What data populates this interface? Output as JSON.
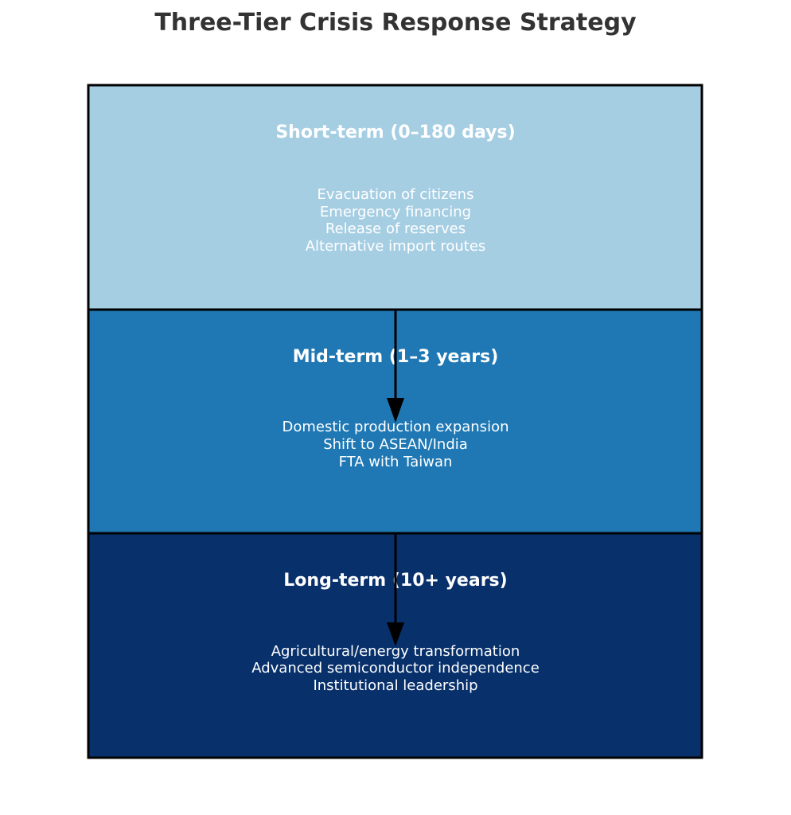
{
  "title": "Three-Tier Crisis Response Strategy",
  "tiers": [
    {
      "title": "Short-term (0–180 days)",
      "color": "#a6cee3",
      "items": [
        "Evacuation of citizens",
        "Emergency financing",
        "Release of reserves",
        "Alternative import routes"
      ]
    },
    {
      "title": "Mid-term (1–3 years)",
      "color": "#1f78b4",
      "items": [
        "Domestic production expansion",
        "Shift to ASEAN/India",
        "FTA with Taiwan"
      ]
    },
    {
      "title": "Long-term (10+ years)",
      "color": "#08306b",
      "items": [
        "Agricultural/energy transformation",
        "Advanced semiconductor independence",
        "Institutional leadership"
      ]
    }
  ],
  "colors": {
    "border": "#000000",
    "arrow": "#000000",
    "text": "#ffffff",
    "title": "#333333"
  }
}
